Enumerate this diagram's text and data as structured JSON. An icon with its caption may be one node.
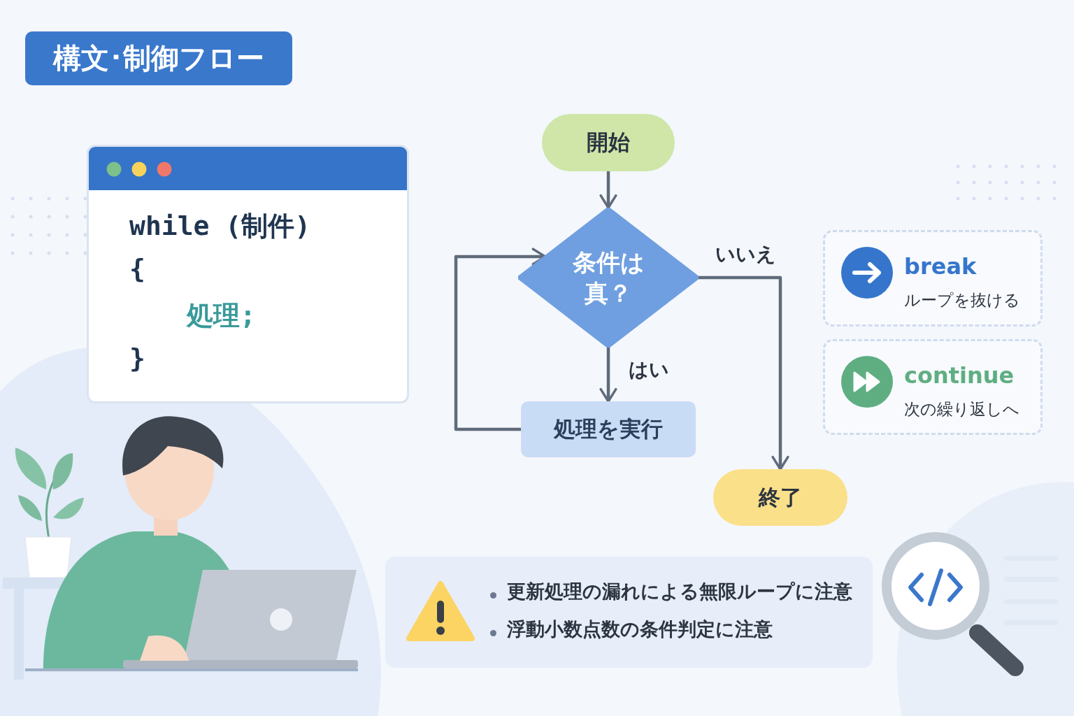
{
  "diagram": {
    "title": "構文･制御フロー",
    "nodes": [
      {
        "text": [
          "while (制件)",
          "{",
          "処理;",
          "}"
        ]
      },
      {
        "text": [
          "開始"
        ]
      },
      {
        "text": [
          "条件は真？"
        ]
      },
      {
        "text": [
          "処理を実行"
        ]
      },
      {
        "text": [
          "終了"
        ]
      },
      {
        "text": [
          "break",
          "ループを抜ける"
        ]
      },
      {
        "text": [
          "continue",
          "次の繰り返しへ"
        ]
      },
      {
        "text": [
          "更新処理の漏れによる無限ループに注意",
          "浮動小数点数の条件判定に注意"
        ]
      }
    ],
    "edges": [
      {
        "from": 1,
        "to": 2,
        "arrow": "to"
      },
      {
        "from": 2,
        "to": 3,
        "arrow": "to",
        "label": "はい"
      },
      {
        "from": 3,
        "to": 2,
        "arrow": "to"
      },
      {
        "from": 2,
        "to": 4,
        "arrow": "to",
        "label": "いいえ"
      }
    ]
  }
}
